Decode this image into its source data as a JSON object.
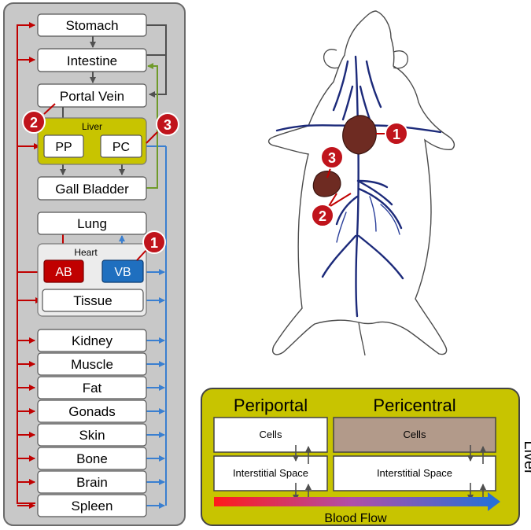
{
  "pbpk": {
    "organs_top": [
      "Stomach",
      "Intestine",
      "Portal Vein"
    ],
    "liver": {
      "label": "Liver",
      "pp": "PP",
      "pc": "PC"
    },
    "gall_bladder": "Gall Bladder",
    "lung": "Lung",
    "heart": {
      "label": "Heart",
      "ab": "AB",
      "vb": "VB"
    },
    "tissue": "Tissue",
    "organs_bottom": [
      "Kidney",
      "Muscle",
      "Fat",
      "Gonads",
      "Skin",
      "Bone",
      "Brain",
      "Spleen"
    ],
    "markers": [
      "2",
      "3",
      "1"
    ]
  },
  "rat": {
    "markers": [
      "1",
      "3",
      "2"
    ]
  },
  "liver_zones": {
    "periportal": "Periportal",
    "pericentral": "Pericentral",
    "cells": "Cells",
    "interstitial": "Interstitial Space",
    "blood_flow": "Blood Flow",
    "side_label": "Liver"
  },
  "colors": {
    "panel_gray": "#c8c8c8",
    "liver_olive": "#c8c400",
    "arterial_red": "#c00000",
    "venous_blue": "#3a7fd0",
    "marker_red": "#c0141c",
    "vb_blue": "#1f6fbf",
    "pericentral_cells": "#b29a8a",
    "organ_dark": "#6e2b22"
  }
}
